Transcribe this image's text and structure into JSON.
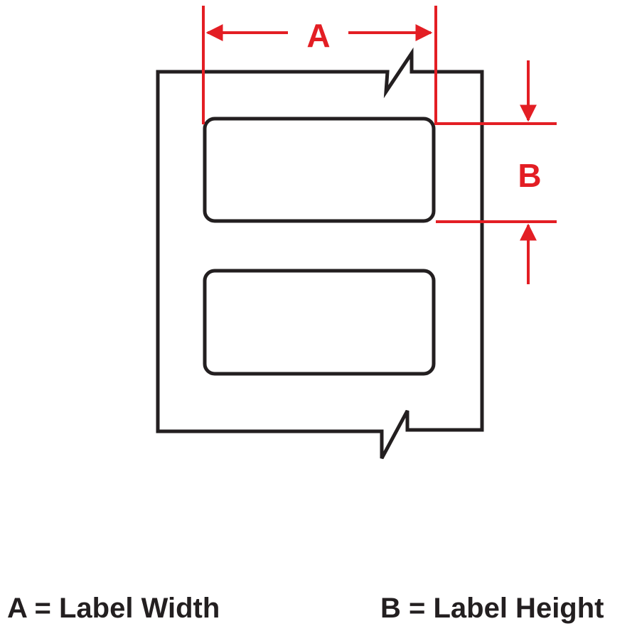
{
  "dimensions": {
    "a_letter": "A",
    "b_letter": "B"
  },
  "legend": {
    "a_caption": "A = Label Width",
    "b_caption": "B = Label Height"
  },
  "colors": {
    "dimension": "#e31e24",
    "outline": "#231f20"
  }
}
